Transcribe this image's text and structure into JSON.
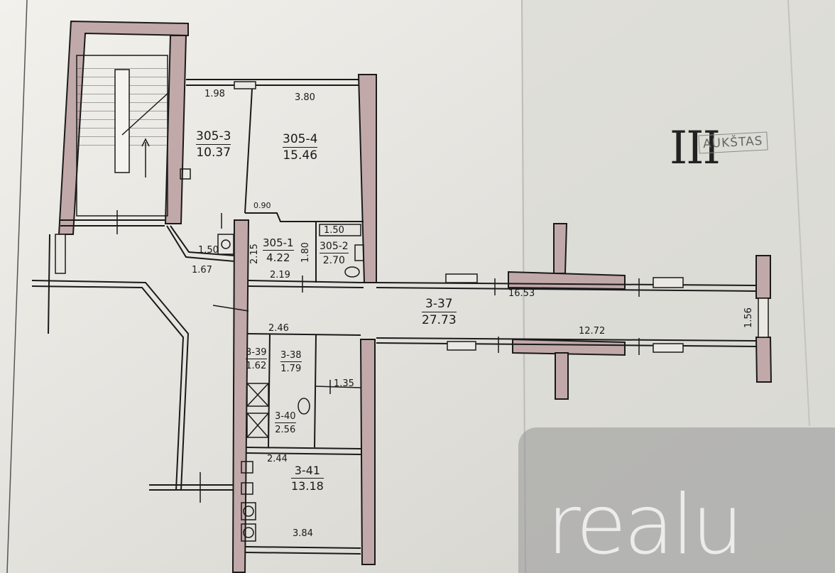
{
  "title": {
    "roman": "III",
    "word": "AUKŠTAS"
  },
  "rooms": [
    {
      "code": "305-3",
      "area": "10.37"
    },
    {
      "code": "305-4",
      "area": "15.46"
    },
    {
      "code": "305-1",
      "area": "4.22"
    },
    {
      "code": "305-2",
      "area": "2.70"
    },
    {
      "code": "3-37",
      "area": "27.73"
    },
    {
      "code": "3-39",
      "area": "1.62"
    },
    {
      "code": "3-38",
      "area": "1.79"
    },
    {
      "code": "3-40",
      "area": "2.56"
    },
    {
      "code": "3-41",
      "area": "13.18"
    }
  ],
  "dimensions": [
    "1.98",
    "3.80",
    "0.90",
    "1.50",
    "1.80",
    "2.15",
    "1.50",
    "1.67",
    "2.19",
    "16.53",
    "1.56",
    "12.72",
    "2.46",
    "1.35",
    "2.44",
    "3.84"
  ],
  "colors": {
    "paper": "#e9e8e3",
    "wall_fill": "#c2a9a9",
    "ink": "#1a1a1a"
  },
  "watermark": {
    "text": "realu"
  }
}
